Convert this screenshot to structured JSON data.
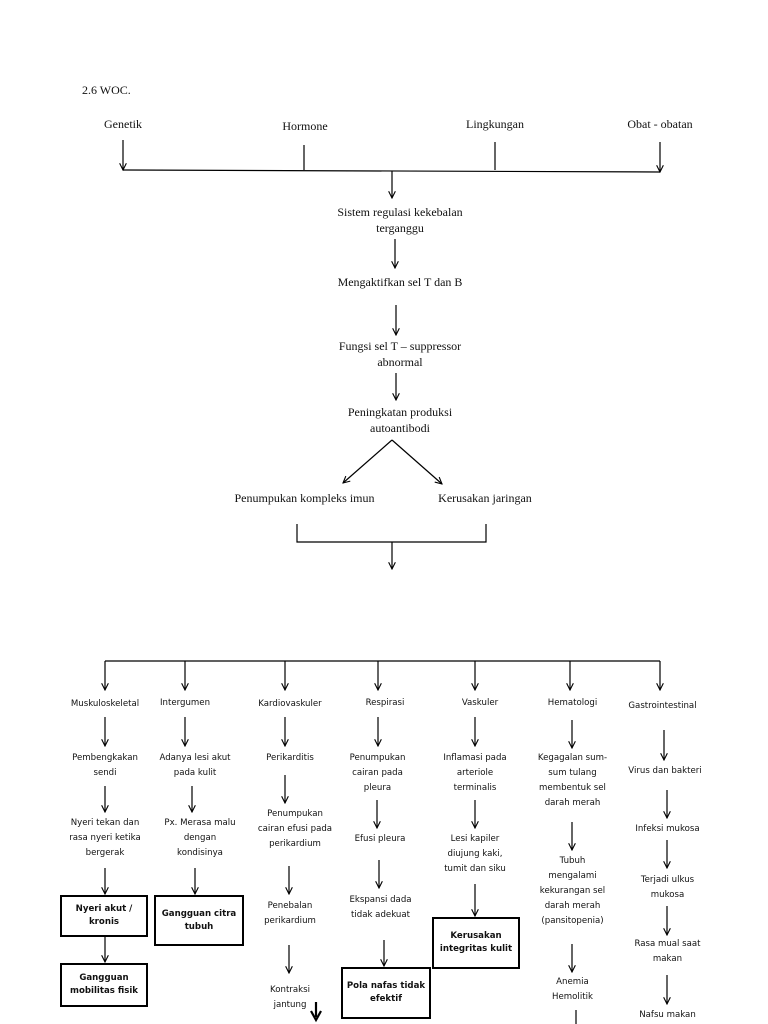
{
  "heading": "2.6 WOC.",
  "causes": {
    "genetik": "Genetik",
    "hormone": "Hormone",
    "lingkungan": "Lingkungan",
    "obat": "Obat - obatan"
  },
  "chain": {
    "sistem": "Sistem regulasi kekebalan\nterganggu",
    "mengaktifkan": "Mengaktifkan sel T dan B",
    "fungsi": "Fungsi sel T – suppressor\nabnormal",
    "peningkatan": "Peningkatan produksi\nautoantibodi",
    "penumpukan_kompleks": "Penumpukan kompleks imun",
    "kerusakan_jaringan": "Kerusakan jaringan"
  },
  "systems": {
    "muskuloskeletal": {
      "title": "Muskuloskeletal",
      "steps": [
        "Pembengkakan\nsendi",
        "Nyeri tekan dan\nrasa nyeri ketika\nbergerak"
      ],
      "diagnoses": [
        "Nyeri akut /\nkronis",
        "Gangguan\nmobilitas fisik"
      ]
    },
    "intergumen": {
      "title": "Intergumen",
      "steps": [
        "Adanya lesi akut\npada kulit",
        "Px. Merasa malu\ndengan\nkondisinya"
      ],
      "diagnoses": [
        "Gangguan citra\ntubuh"
      ]
    },
    "kardiovaskuler": {
      "title": "Kardiovaskuler",
      "steps": [
        "Perikarditis",
        "Penumpukan\ncairan efusi pada\nperikardium",
        "Penebalan\nperikardium",
        "Kontraksi\njantung"
      ]
    },
    "respirasi": {
      "title": "Respirasi",
      "steps": [
        "Penumpukan\ncairan pada\npleura",
        "Efusi pleura",
        "Ekspansi dada\ntidak adekuat"
      ],
      "diagnoses": [
        "Pola nafas tidak\nefektif"
      ]
    },
    "vaskuler": {
      "title": "Vaskuler",
      "steps": [
        "Inflamasi pada\narteriole\nterminalis",
        "Lesi kapiler\ndiujung kaki,\ntumit dan siku"
      ],
      "diagnoses": [
        "Kerusakan\nintegritas kulit"
      ]
    },
    "hematologi": {
      "title": "Hematologi",
      "steps": [
        "Kegagalan sum-\nsum tulang\nmembentuk sel\ndarah merah",
        "Tubuh\nmengalami\nkekurangan sel\ndarah merah\n(pansitopenia)",
        "Anemia\nHemolitik"
      ]
    },
    "gastrointestinal": {
      "title": "Gastrointestinal",
      "steps": [
        "Virus dan bakteri",
        "Infeksi mukosa",
        "Terjadi ulkus\nmukosa",
        "Rasa mual saat\nmakan",
        "Nafsu makan"
      ]
    }
  }
}
